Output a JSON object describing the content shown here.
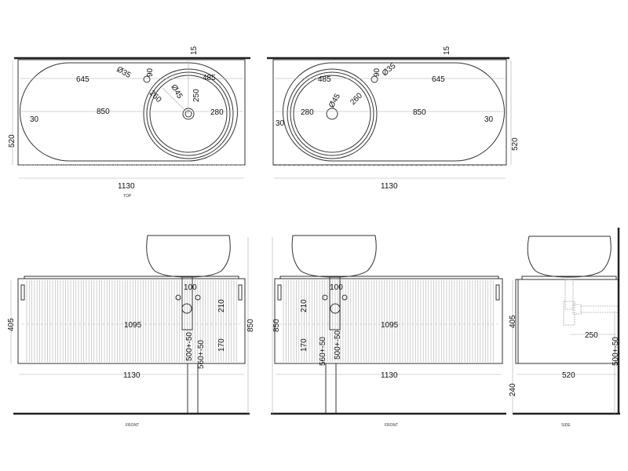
{
  "views": {
    "top_left": {
      "caption": "TOP",
      "width": "1130",
      "depth": "520",
      "d645": "645",
      "d850": "850",
      "d30": "30",
      "d15": "15",
      "d90": "90",
      "d35": "Ø35",
      "d485": "485",
      "d250": "250",
      "d260": "260",
      "d45": "Ø45",
      "d280": "280"
    },
    "top_right": {
      "width": "1130",
      "depth": "520",
      "d645": "645",
      "d850": "850",
      "d30a": "30",
      "d30b": "30",
      "d15": "15",
      "d90": "90",
      "d35": "Ø35",
      "d485": "485",
      "d260": "260",
      "d45": "Ø45",
      "d280": "280"
    },
    "front_left": {
      "caption": "FRONT",
      "h405": "405",
      "h850": "850",
      "w1095": "1095",
      "w1130": "1130",
      "d100": "100",
      "d210": "210",
      "d170": "170",
      "p500": "500+-50",
      "p560": "560+-50"
    },
    "front_right": {
      "caption": "FRONT",
      "h850": "850",
      "w1095": "1095",
      "w1130": "1130",
      "d100": "100",
      "d210": "210",
      "d170": "170",
      "p500": "500+-50",
      "p560": "560+-50"
    },
    "side": {
      "caption": "SIDE",
      "h405": "405",
      "h240": "240",
      "d250": "250",
      "d520": "520",
      "p500": "500+-50"
    }
  },
  "colors": {
    "line": "#333333",
    "dim": "#aaaaaa"
  }
}
